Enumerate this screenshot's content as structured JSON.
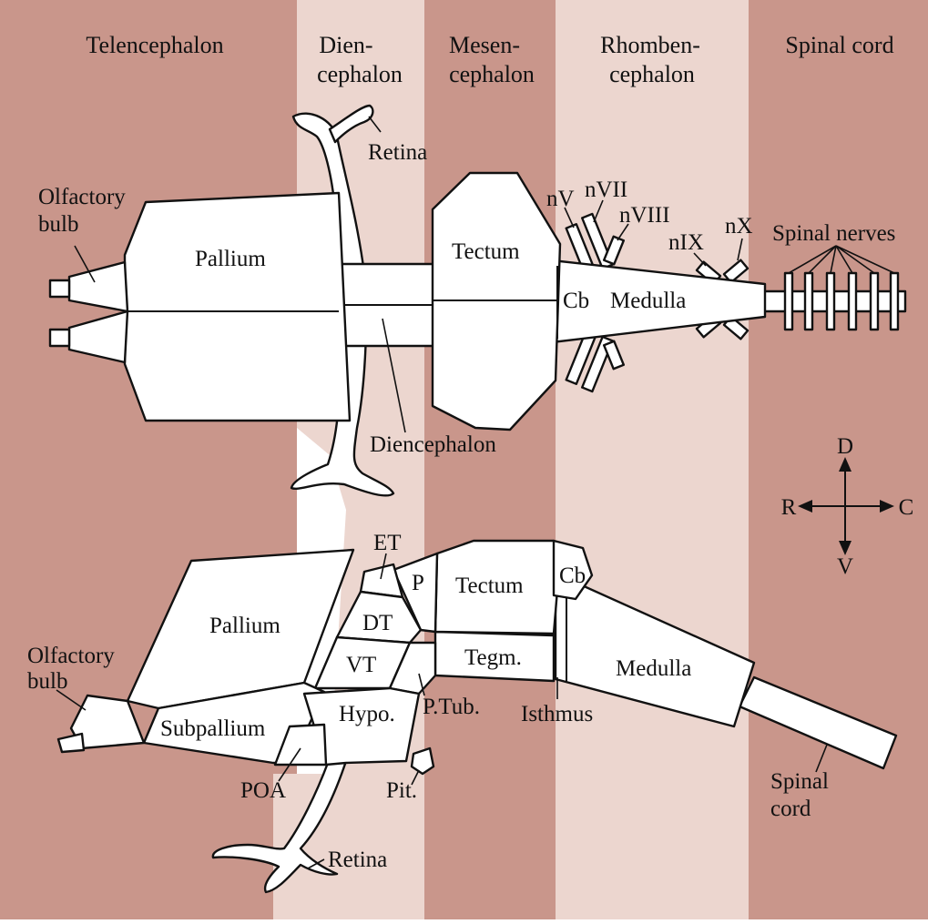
{
  "colors": {
    "band_dark": "#c9968b",
    "band_light": "#ecd6cf",
    "outline": "#111111",
    "structure_fill": "#ffffff"
  },
  "regions": {
    "telencephalon": "Telencephalon",
    "diencephalon_1": "Dien-",
    "diencephalon_2": "cephalon",
    "mesencephalon_1": "Mesen-",
    "mesencephalon_2": "cephalon",
    "rhombencephalon_1": "Rhomben-",
    "rhombencephalon_2": "cephalon",
    "spinal_cord": "Spinal cord"
  },
  "dorsal_view": {
    "retina": "Retina",
    "olfactory_1": "Olfactory",
    "olfactory_2": "bulb",
    "pallium": "Pallium",
    "tectum": "Tectum",
    "cb": "Cb",
    "medulla": "Medulla",
    "diencephalon": "Diencephalon",
    "nv": "nV",
    "nvii": "nVII",
    "nviii": "nVIII",
    "nix": "nIX",
    "nx": "nX",
    "spinal_nerves": "Spinal nerves"
  },
  "compass": {
    "dorsal": "D",
    "ventral": "V",
    "rostral": "R",
    "caudal": "C"
  },
  "lateral_view": {
    "et": "ET",
    "p": "P",
    "tectum": "Tectum",
    "cb": "Cb",
    "pallium": "Pallium",
    "dt": "DT",
    "vt": "VT",
    "tegm": "Tegm.",
    "medulla": "Medulla",
    "olfactory_1": "Olfactory",
    "olfactory_2": "bulb",
    "subpallium": "Subpallium",
    "hypo": "Hypo.",
    "ptub": "P.Tub.",
    "isthmus": "Isthmus",
    "poa": "POA",
    "pit": "Pit.",
    "retina": "Retina",
    "spinal_1": "Spinal",
    "spinal_2": "cord"
  }
}
